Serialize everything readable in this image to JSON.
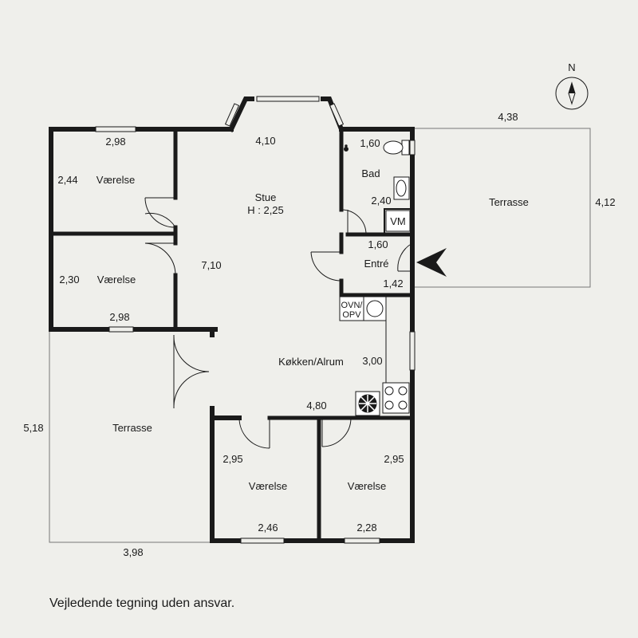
{
  "rooms": {
    "vaerelse_1": "Værelse",
    "vaerelse_2": "Værelse",
    "vaerelse_3": "Værelse",
    "vaerelse_4": "Værelse",
    "stue": "Stue",
    "stue_height": "H : 2,25",
    "bad": "Bad",
    "vm": "VM",
    "entre": "Entré",
    "koekken": "Køkken/Alrum",
    "terrasse_east": "Terrasse",
    "terrasse_west": "Terrasse",
    "ovn_line1": "OVN/",
    "ovn_line2": "OPV"
  },
  "dimensions": {
    "d_298_top": "2,98",
    "d_244": "2,44",
    "d_410": "4,10",
    "d_160_bad": "1,60",
    "d_438": "4,38",
    "d_412": "4,12",
    "d_240": "2,40",
    "d_160_entre": "1,60",
    "d_142": "1,42",
    "d_230": "2,30",
    "d_710": "7,10",
    "d_298_mid": "2,98",
    "d_300": "3,00",
    "d_480": "4,80",
    "d_518": "5,18",
    "d_295_left": "2,95",
    "d_295_right": "2,95",
    "d_246": "2,46",
    "d_228": "2,28",
    "d_398": "3,98"
  },
  "compass": {
    "north": "N"
  },
  "disclaimer": "Vejledende tegning uden ansvar.",
  "colors": {
    "background": "#efefeb",
    "wall": "#1a1a1a",
    "line": "#555555"
  }
}
